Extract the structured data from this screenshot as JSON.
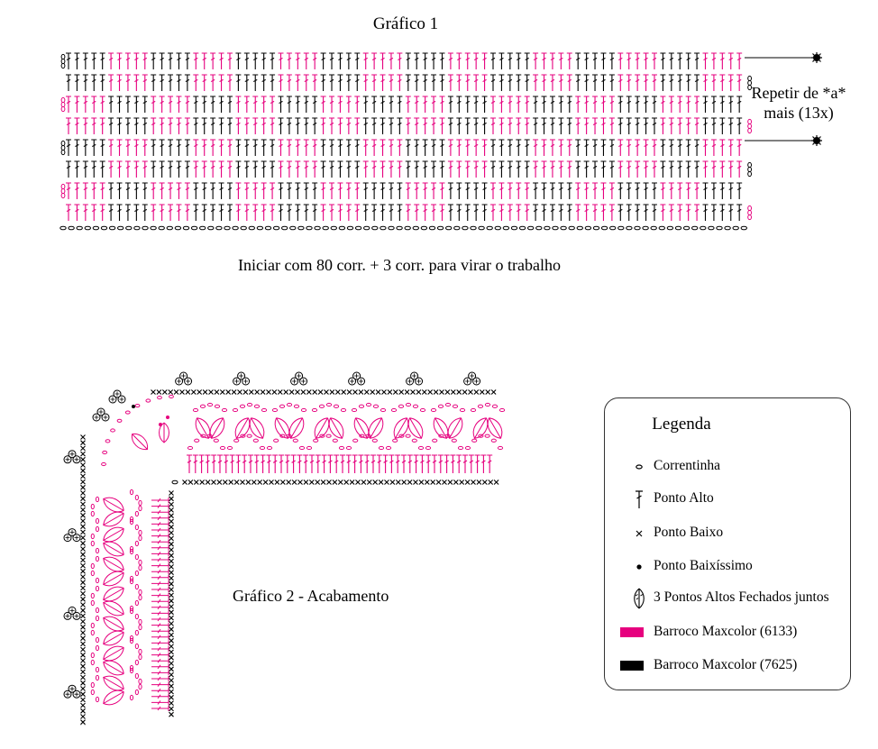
{
  "colors": {
    "pink": "#e6007e",
    "black": "#000000"
  },
  "chart1": {
    "title": "Gráfico 1",
    "repeat_note_line1": "Repetir de *a*",
    "repeat_note_line2": "mais (13x)",
    "start_instruction": "Iniciar com 80 corr. + 3 corr. para virar o trabalho",
    "rows_top_to_bottom": [
      {
        "color_pattern": "black-pink-alternating-groups"
      },
      {
        "color_pattern": "black-pink-alternating-groups"
      },
      {
        "color_pattern": "pink-black-alternating-groups"
      },
      {
        "color_pattern": "pink-black-alternating-groups"
      },
      {
        "color_pattern": "black-pink-alternating-groups"
      },
      {
        "color_pattern": "black-pink-alternating-groups"
      },
      {
        "color_pattern": "pink-black-alternating-groups"
      },
      {
        "color_pattern": "pink-black-alternating-groups"
      }
    ],
    "foundation": "chain"
  },
  "chart2": {
    "title": "Gráfico 2 - Acabamento"
  },
  "legend": {
    "title": "Legenda",
    "items": [
      {
        "icon": "chain-stitch-icon",
        "label": "Correntinha"
      },
      {
        "icon": "double-crochet-icon",
        "label": "Ponto Alto"
      },
      {
        "icon": "single-crochet-icon",
        "label": "Ponto Baixo"
      },
      {
        "icon": "slip-stitch-icon",
        "label": "Ponto Baixíssimo"
      },
      {
        "icon": "cluster-icon",
        "label": "3 Pontos Altos Fechados juntos"
      },
      {
        "icon": "pink-swatch-icon",
        "label": "Barroco Maxcolor (6133)",
        "color": "#e6007e"
      },
      {
        "icon": "black-swatch-icon",
        "label": "Barroco Maxcolor (7625)",
        "color": "#000000"
      }
    ]
  }
}
